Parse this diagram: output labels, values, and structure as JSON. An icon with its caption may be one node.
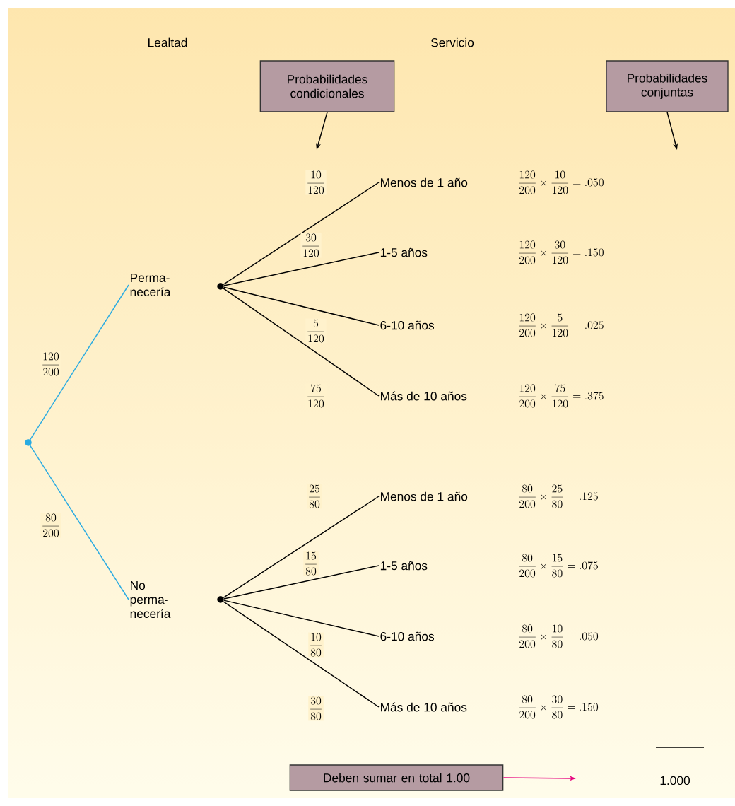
{
  "diagram": {
    "nodes": [
      {
        "text": [
          "Probabilidades condicionales"
        ]
      },
      {
        "text": [
          "Probabilidades conjuntas"
        ]
      },
      {
        "text": [
          "Perma- necería"
        ]
      },
      {
        "text": [],
        "shape": "circle"
      },
      {
        "text": [
          "Menos de 1 año"
        ]
      },
      {
        "text": [
          "1-5 años"
        ]
      },
      {
        "text": [
          "6-10 años"
        ]
      },
      {
        "text": [
          "Más de 10 años"
        ]
      },
      {
        "text": [],
        "shape": "circle"
      },
      {
        "text": [
          "No perma- necería"
        ]
      },
      {
        "text": [],
        "shape": "circle"
      },
      {
        "text": [
          "Menos de 1 año"
        ]
      },
      {
        "text": [
          "1-5 años"
        ]
      },
      {
        "text": [
          "6-10 años"
        ]
      },
      {
        "text": [
          "Más de 10 años"
        ]
      },
      {
        "text": [
          "Deben sumar en total 1.00"
        ]
      }
    ],
    "edges": [
      {
        "from": 8,
        "to": 2,
        "arrow": "none",
        "color": "#29abe2",
        "label": "\\frac{120}{200}"
      },
      {
        "from": 8,
        "to": 9,
        "arrow": "none",
        "color": "#29abe2",
        "label": "\\frac{80}{200}"
      },
      {
        "from": 3,
        "to": 4,
        "arrow": "none",
        "label": "\\frac{10}{120}"
      },
      {
        "from": 3,
        "to": 5,
        "arrow": "none",
        "label": "\\frac{30}{120}"
      },
      {
        "from": 3,
        "to": 6,
        "arrow": "none",
        "label": "\\frac{5}{120}"
      },
      {
        "from": 3,
        "to": 7,
        "arrow": "none",
        "label": "\\frac{75}{120}"
      },
      {
        "from": 10,
        "to": 11,
        "arrow": "none",
        "label": "\\frac{25}{80}"
      },
      {
        "from": 10,
        "to": 12,
        "arrow": "none",
        "label": "\\frac{15}{80}"
      },
      {
        "from": 10,
        "to": 13,
        "arrow": "none",
        "label": "\\frac{10}{80}"
      },
      {
        "from": 10,
        "to": 14,
        "arrow": "none",
        "label": "\\frac{30}{80}"
      },
      {
        "from": 0,
        "to": null,
        "arrow": "to"
      },
      {
        "from": 1,
        "to": null,
        "arrow": "to"
      },
      {
        "from": 15,
        "to": null,
        "arrow": "to",
        "color": "#e6007e"
      }
    ],
    "labels": [
      "Lealtad",
      "Servicio",
      "\\frac{120}{200} \\times \\frac{10}{120} = .050",
      "\\frac{120}{200} \\times \\frac{30}{120} = .150",
      "\\frac{120}{200} \\times \\frac{5}{120} = .025",
      "\\frac{120}{200} \\times \\frac{75}{120} = .375",
      "\\frac{80}{200} \\times \\frac{25}{80} = .125",
      "\\frac{80}{200} \\times \\frac{15}{80} = .075",
      "\\frac{80}{200} \\times \\frac{10}{80} = .050",
      "\\frac{80}{200} \\times \\frac{30}{80} = .150",
      "1.000"
    ]
  }
}
